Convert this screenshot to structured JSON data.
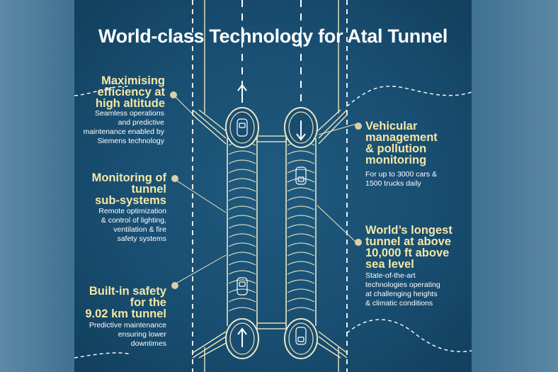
{
  "title": "World-class Technology for Atal Tunnel",
  "features": {
    "efficiency": {
      "heading_lines": [
        "Maximising",
        "efficiency at",
        "high altitude"
      ],
      "desc_lines": [
        "Seamless operations",
        "and predictive",
        "maintenance enabled by",
        "Siemens technology"
      ]
    },
    "monitoring": {
      "heading_lines": [
        "Monitoring of",
        "tunnel",
        "sub-systems"
      ],
      "desc_lines": [
        "Remote optimization",
        "& control of lighting,",
        "ventilation & fire",
        "safety systems"
      ]
    },
    "safety": {
      "heading_lines": [
        "Built-in safety",
        "for the",
        "9.02 km tunnel"
      ],
      "desc_lines": [
        "Predictive maintenance",
        "ensuring lower",
        "downtimes"
      ]
    },
    "vehicular": {
      "heading_lines": [
        "Vehicular",
        "management",
        "& pollution",
        "monitoring"
      ],
      "desc_lines": [
        "For up to 3000 cars &",
        "1500 trucks daily"
      ]
    },
    "longest": {
      "heading_lines": [
        "World’s longest",
        "tunnel at above",
        "10,000 ft above",
        "sea level"
      ],
      "desc_lines": [
        "State-of-the-art",
        "technologies operating",
        "at challenging heights",
        "& climatic conditions"
      ]
    }
  },
  "colors": {
    "panel": "#184d70",
    "heading": "#f4e7a6",
    "line": "#efe6c0",
    "dot": "#d9cfa6",
    "side": "#4a7b9a"
  },
  "icons": [
    "arrow-up-icon",
    "arrow-down-icon",
    "car-icon"
  ]
}
